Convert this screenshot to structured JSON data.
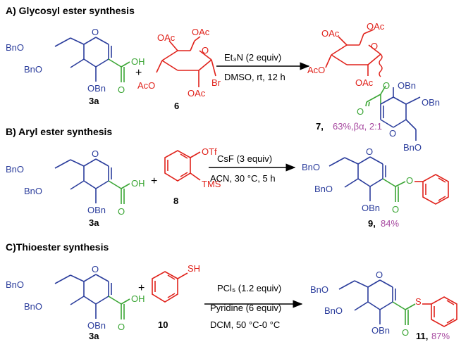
{
  "colors": {
    "blue": "#2b3d9c",
    "green": "#3aa534",
    "red": "#e0221b",
    "magenta": "#a74aa0",
    "black": "#000000"
  },
  "sectionA": {
    "header": "A) Glycosyl ester synthesis",
    "reactant1_id": "3a",
    "reactant2_id": "6",
    "condition_line1": "Et₃N (2 equiv)",
    "condition_line2": "DMSO, rt, 12 h",
    "product_id": "7,",
    "product_yield": "63%,βα, 2:1"
  },
  "sectionB": {
    "header": "B) Aryl ester synthesis",
    "reactant1_id": "3a",
    "reactant2_id": "8",
    "condition_line1": "CsF (3 equiv)",
    "condition_line2": "ACN, 30 °C, 5 h",
    "product_id": "9,",
    "product_yield": "84%"
  },
  "sectionC": {
    "header": "C)Thioester synthesis",
    "reactant1_id": "3a",
    "reactant2_id": "10",
    "condition_line1": "PCl₅ (1.2 equiv)",
    "condition_line2": "Pyridine (6 equiv)",
    "condition_line3": "DCM, 50 °C-0 °C",
    "product_id": "11,",
    "product_yield": "87%"
  },
  "labels": {
    "BnO": "BnO",
    "OBn": "OBn",
    "O": "O",
    "OH": "OH",
    "OAc": "OAc",
    "AcO": "AcO",
    "Br": "Br",
    "OTf": "OTf",
    "TMS": "TMS",
    "S": "S",
    "SH": "SH",
    "plus": "+"
  }
}
